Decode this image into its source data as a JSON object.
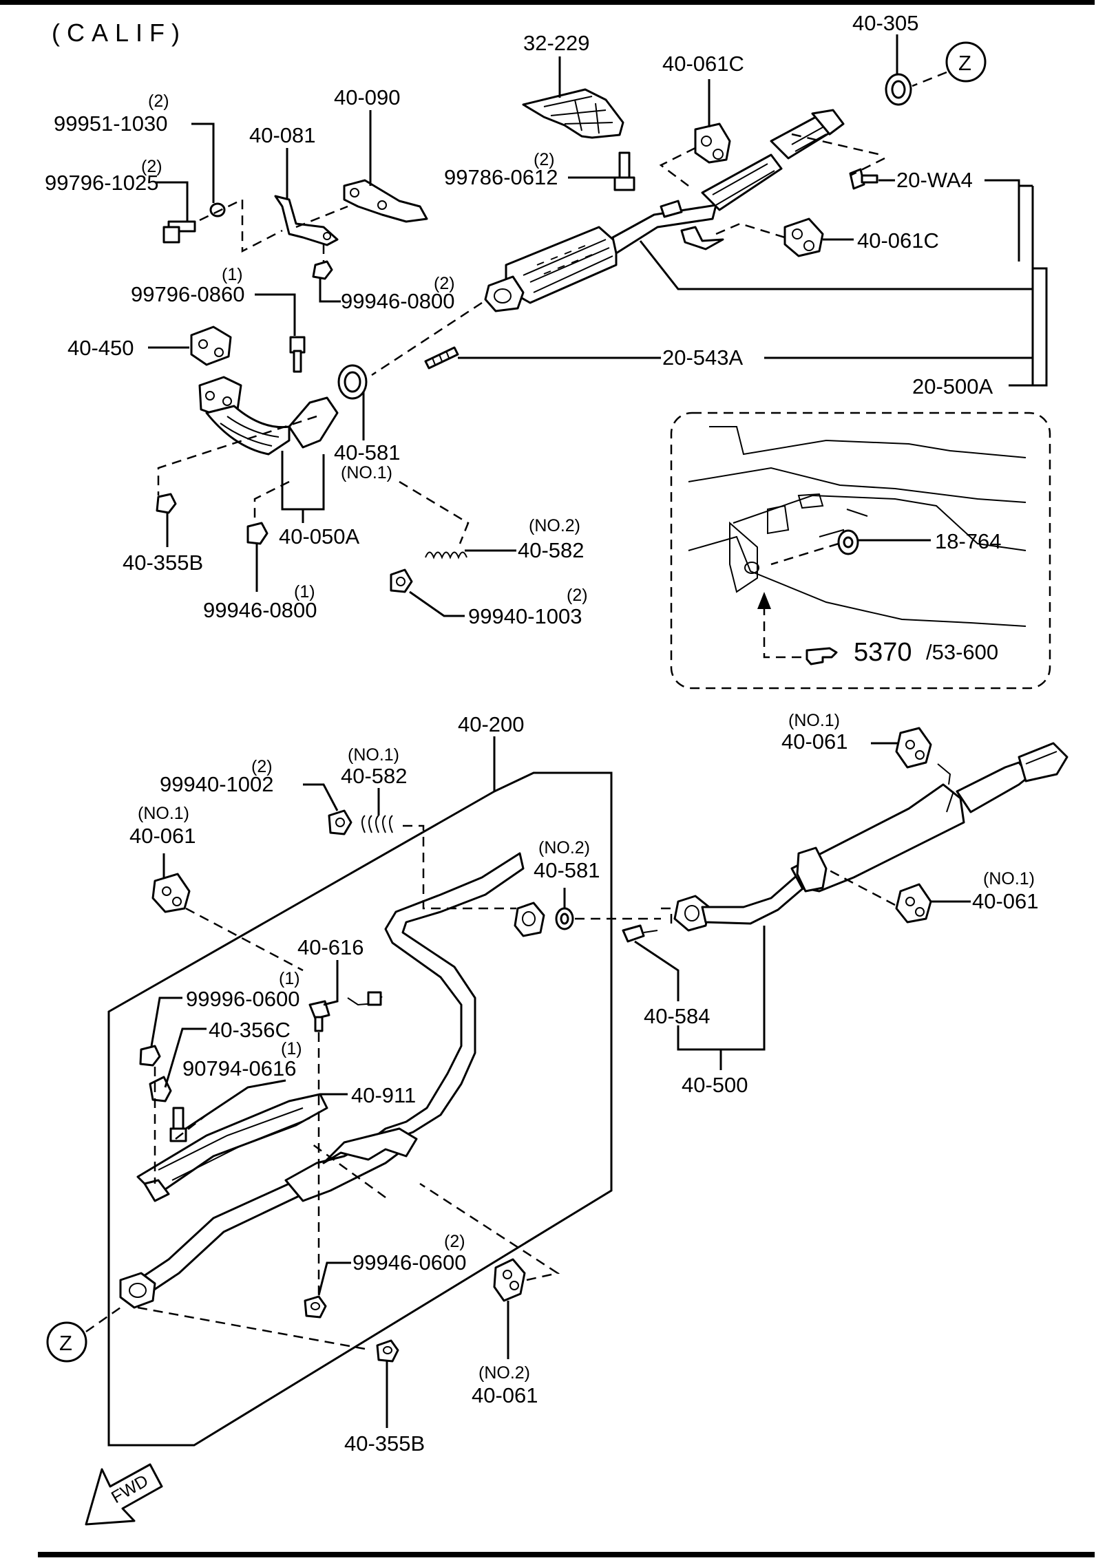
{
  "title": "(CALIF)",
  "parts": {
    "p32229": "32-229",
    "p40061c_a": "40-061C",
    "p40305": "40-305",
    "z_top": "Z",
    "p40090": "40-090",
    "p40081": "40-081",
    "q99951": "(2)",
    "p99951": "99951-1030",
    "q99796_1025": "(2)",
    "p99796_1025": "99796-1025",
    "q99786": "(2)",
    "p99786": "99786-0612",
    "p20wa4": "20-WA4",
    "p40061c_b": "40-061C",
    "q99796_0860": "(1)",
    "p99796_0860": "99796-0860",
    "q99946_top": "(2)",
    "p99946_top": "99946-0800",
    "p40450": "40-450",
    "p20543a": "20-543A",
    "p20500a": "20-500A",
    "p40581_top": "40-581",
    "n40581_top": "(NO.1)",
    "p40050a": "40-050A",
    "n40582_top": "(NO.2)",
    "p40582_top": "40-582",
    "p40355b_top": "40-355B",
    "p99946_0800b": "99946-0800",
    "q99946_0800b": "(1)",
    "q99940_1003": "(2)",
    "p99940_1003": "99940-1003",
    "p18764": "18-764",
    "ref_big": "5370",
    "ref_small": "/53-600",
    "p40200": "40-200",
    "n40061_right_top": "(NO.1)",
    "p40061_right_top": "40-061",
    "q99940_1002": "(2)",
    "p99940_1002": "99940-1002",
    "n40582_mid": "(NO.1)",
    "p40582_mid": "40-582",
    "n40061_left": "(NO.1)",
    "p40061_left": "40-061",
    "n40581_mid": "(NO.2)",
    "p40581_mid": "40-581",
    "n40061_right_mid": "(NO.1)",
    "p40061_right_mid": "40-061",
    "p40616": "40-616",
    "q99996": "(1)",
    "p99996": "99996-0600",
    "p40356c": "40-356C",
    "q90794": "(1)",
    "p90794": "90794-0616",
    "p40911": "40-911",
    "p40584": "40-584",
    "p40500": "40-500",
    "q99946_0600": "(2)",
    "p99946_0600": "99946-0600",
    "z_bottom": "Z",
    "n40061_bottom": "(NO.2)",
    "p40061_bottom": "40-061",
    "p40355b_bottom": "40-355B",
    "fwd": "FWD"
  }
}
